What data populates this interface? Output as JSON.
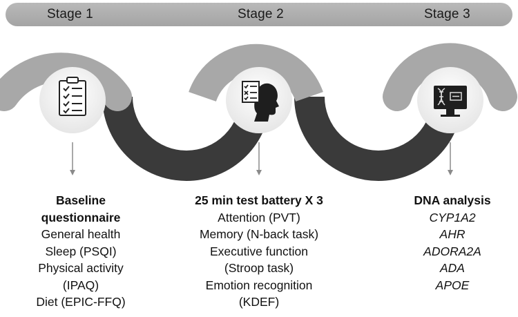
{
  "stages": [
    "Stage 1",
    "Stage 2",
    "Stage 3"
  ],
  "columns": [
    {
      "title": [
        "Baseline",
        "questionnaire"
      ],
      "items": [
        "General health",
        "Sleep (PSQI)",
        "Physical activity",
        "(IPAQ)",
        "Diet (EPIC-FFQ)"
      ]
    },
    {
      "title": [
        "25 min test battery X 3"
      ],
      "items": [
        "Attention (PVT)",
        "Memory (N-back task)",
        "Executive function",
        "(Stroop task)",
        "Emotion recognition",
        "(KDEF)"
      ]
    },
    {
      "title": [
        "DNA analysis"
      ],
      "items": [
        "CYP1A2",
        "AHR",
        "ADORA2A",
        "ADA",
        "APOE"
      ]
    }
  ],
  "icons": [
    "clipboard-checklist-icon",
    "head-checklist-icon",
    "dna-monitor-icon"
  ],
  "colors": {
    "bar": "#adadad",
    "arc_light": "#a8a8a8",
    "arc_dark": "#3a3a3a",
    "circle": "#f2f2f2"
  }
}
